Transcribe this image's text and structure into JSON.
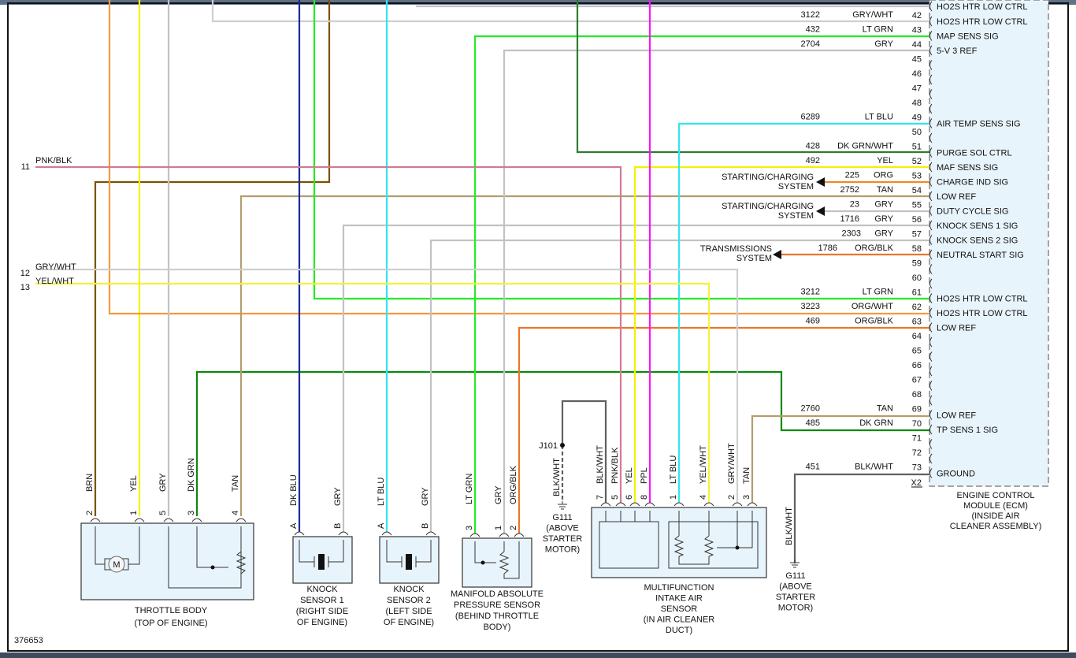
{
  "figure_id": "376653",
  "colors": {
    "BRN": "#7a5200",
    "YEL": "#f2f200",
    "ORG": "#f08a28",
    "GRY": "#c2c2c2",
    "GRY/WHT": "#cfcfcf",
    "DK GRN": "#0a8a0a",
    "TAN": "#b29e6e",
    "DK BLU": "#1c2a9c",
    "LT GRN": "#22ec22",
    "LT BLU": "#2ee6f2",
    "DK GRN/WHT": "#2d7d2d",
    "PNK/BLK": "#d27a94",
    "PPL": "#ff10ff",
    "ORG/BLK": "#e8772a",
    "YEL/WHT": "#f4f23a",
    "BLK/WHT": "#606060",
    "ORG/WHT": "#f49a40",
    "ecm_fill": "#e8f4fc"
  },
  "left_inputs": [
    {
      "pin": "11",
      "color": "PNK/BLK"
    },
    {
      "pin": "12",
      "color": "GRY/WHT"
    },
    {
      "pin": "13",
      "color": "YEL/WHT"
    }
  ],
  "ecm": {
    "title": [
      "ENGINE CONTROL",
      "MODULE (ECM)",
      "(INSIDE AIR",
      "CLEANER ASSEMBLY)"
    ],
    "connector": "X2",
    "partial_top_label": "HO2S HTR LOW CTRL",
    "pins": [
      {
        "pin": "42",
        "circuit": "3122",
        "color": "GRY/WHT",
        "function": "HO2S HTR LOW CTRL"
      },
      {
        "pin": "43",
        "circuit": "432",
        "color": "LT GRN",
        "function": "MAP SENS SIG"
      },
      {
        "pin": "44",
        "circuit": "2704",
        "color": "GRY",
        "function": "5-V 3 REF"
      },
      {
        "pin": "45"
      },
      {
        "pin": "46"
      },
      {
        "pin": "47"
      },
      {
        "pin": "48"
      },
      {
        "pin": "49",
        "circuit": "6289",
        "color": "LT BLU",
        "function": "AIR TEMP SENS SIG"
      },
      {
        "pin": "50"
      },
      {
        "pin": "51",
        "circuit": "428",
        "color": "DK GRN/WHT",
        "function": "PURGE SOL CTRL"
      },
      {
        "pin": "52",
        "circuit": "492",
        "color": "YEL",
        "function": "MAF SENS SIG"
      },
      {
        "pin": "53",
        "circuit": "225",
        "color": "ORG",
        "function": "CHARGE IND SIG"
      },
      {
        "pin": "54",
        "circuit": "2752",
        "color": "TAN",
        "function": "LOW REF"
      },
      {
        "pin": "55",
        "circuit": "23",
        "color": "GRY",
        "function": "DUTY CYCLE SIG"
      },
      {
        "pin": "56",
        "circuit": "1716",
        "color": "GRY",
        "function": "KNOCK SENS 1 SIG"
      },
      {
        "pin": "57",
        "circuit": "2303",
        "color": "GRY",
        "function": "KNOCK SENS 2 SIG"
      },
      {
        "pin": "58",
        "circuit": "1786",
        "color": "ORG/BLK",
        "function": "NEUTRAL START SIG"
      },
      {
        "pin": "59"
      },
      {
        "pin": "60"
      },
      {
        "pin": "61",
        "circuit": "3212",
        "color": "LT GRN",
        "function": "HO2S HTR LOW CTRL"
      },
      {
        "pin": "62",
        "circuit": "3223",
        "color": "ORG/WHT",
        "function": "HO2S HTR LOW CTRL"
      },
      {
        "pin": "63",
        "circuit": "469",
        "color": "ORG/BLK",
        "function": "LOW REF"
      },
      {
        "pin": "64"
      },
      {
        "pin": "65"
      },
      {
        "pin": "66"
      },
      {
        "pin": "67"
      },
      {
        "pin": "68"
      },
      {
        "pin": "69",
        "circuit": "2760",
        "color": "TAN",
        "function": "LOW REF"
      },
      {
        "pin": "70",
        "circuit": "485",
        "color": "DK GRN",
        "function": "TP SENS 1 SIG"
      },
      {
        "pin": "71"
      },
      {
        "pin": "72"
      },
      {
        "pin": "73",
        "circuit": "451",
        "color": "BLK/WHT",
        "function": "GROUND"
      }
    ]
  },
  "offpage": {
    "starting_charging_1": [
      "STARTING/CHARGING",
      "SYSTEM"
    ],
    "starting_charging_2": [
      "STARTING/CHARGING",
      "SYSTEM"
    ],
    "transmissions": [
      "TRANSMISSIONS",
      "SYSTEM"
    ]
  },
  "components": {
    "throttle_body": {
      "label": [
        "THROTTLE BODY",
        "(TOP OF ENGINE)"
      ],
      "motor": "M",
      "pins": [
        {
          "pin": "2",
          "wire": "BRN"
        },
        {
          "pin": "1",
          "wire": "YEL"
        },
        {
          "pin": "5",
          "wire": "GRY"
        },
        {
          "pin": "3",
          "wire": "DK GRN"
        },
        {
          "pin": "4",
          "wire": "TAN"
        }
      ]
    },
    "knock_sensor_1": {
      "label": [
        "KNOCK",
        "SENSOR 1",
        "(RIGHT SIDE",
        "OF ENGINE)"
      ],
      "pins": [
        {
          "pin": "A",
          "wire": "DK BLU"
        },
        {
          "pin": "B",
          "wire": "GRY"
        }
      ]
    },
    "knock_sensor_2": {
      "label": [
        "KNOCK",
        "SENSOR 2",
        "(LEFT SIDE",
        "OF ENGINE)"
      ],
      "pins": [
        {
          "pin": "A",
          "wire": "LT BLU"
        },
        {
          "pin": "B",
          "wire": "GRY"
        }
      ]
    },
    "map_sensor": {
      "label": [
        "MANIFOLD ABSOLUTE",
        "PRESSURE SENSOR",
        "(BEHIND THROTTLE",
        "BODY)"
      ],
      "pins": [
        {
          "pin": "3",
          "wire": "LT GRN"
        },
        {
          "pin": "1",
          "wire": "GRY"
        },
        {
          "pin": "2",
          "wire": "ORG/BLK"
        }
      ]
    },
    "maf_sensor": {
      "label": [
        "MULTIFUNCTION",
        "INTAKE AIR",
        "SENSOR",
        "(IN AIR CLEANER",
        "DUCT)"
      ],
      "pins": [
        {
          "pin": "7",
          "wire": "BLK/WHT"
        },
        {
          "pin": "5",
          "wire": "PNK/BLK"
        },
        {
          "pin": "6",
          "wire": "YEL"
        },
        {
          "pin": "8",
          "wire": "PPL"
        },
        {
          "pin": "1",
          "wire": "LT BLU"
        },
        {
          "pin": "4",
          "wire": "YEL/WHT"
        },
        {
          "pin": "2",
          "wire": "GRY/WHT"
        },
        {
          "pin": "3",
          "wire": "TAN"
        }
      ]
    },
    "splice": {
      "label": "J101",
      "wire": "BLK/WHT"
    },
    "ground_1": {
      "label": [
        "G111",
        "(ABOVE",
        "STARTER",
        "MOTOR)"
      ]
    },
    "ground_2": {
      "label": [
        "G111",
        "(ABOVE",
        "STARTER",
        "MOTOR)"
      ],
      "wire": "BLK/WHT"
    }
  }
}
